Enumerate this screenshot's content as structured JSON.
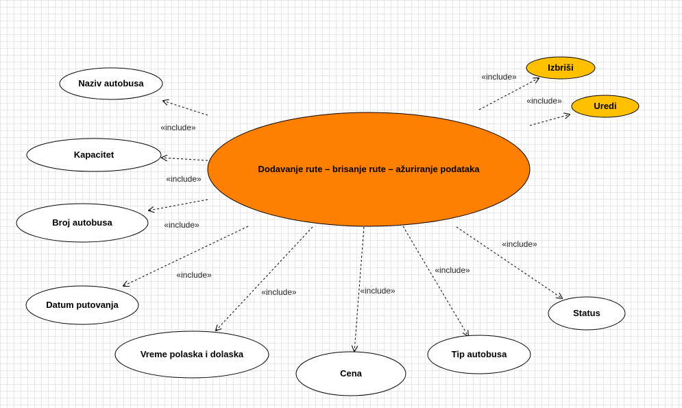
{
  "main_use_case": {
    "label": "Dodavanje rute – brisanje rute – ažuriranje podataka",
    "color": "#ff8000"
  },
  "use_cases": {
    "izbrisi": {
      "label": "Izbriši",
      "color": "#ffc000"
    },
    "uredi": {
      "label": "Uredi",
      "color": "#ffc000"
    },
    "naziv_autobusa": {
      "label": "Naziv autobusa"
    },
    "kapacitet": {
      "label": "Kapacitet"
    },
    "broj_autobusa": {
      "label": "Broj autobusa"
    },
    "datum_putovanja": {
      "label": "Datum putovanja"
    },
    "vreme_polaska": {
      "label": "Vreme polaska i dolaska"
    },
    "cena": {
      "label": "Cena"
    },
    "tip_autobusa": {
      "label": "Tip autobusa"
    },
    "status": {
      "label": "Status"
    }
  },
  "relation_label": "«include»"
}
